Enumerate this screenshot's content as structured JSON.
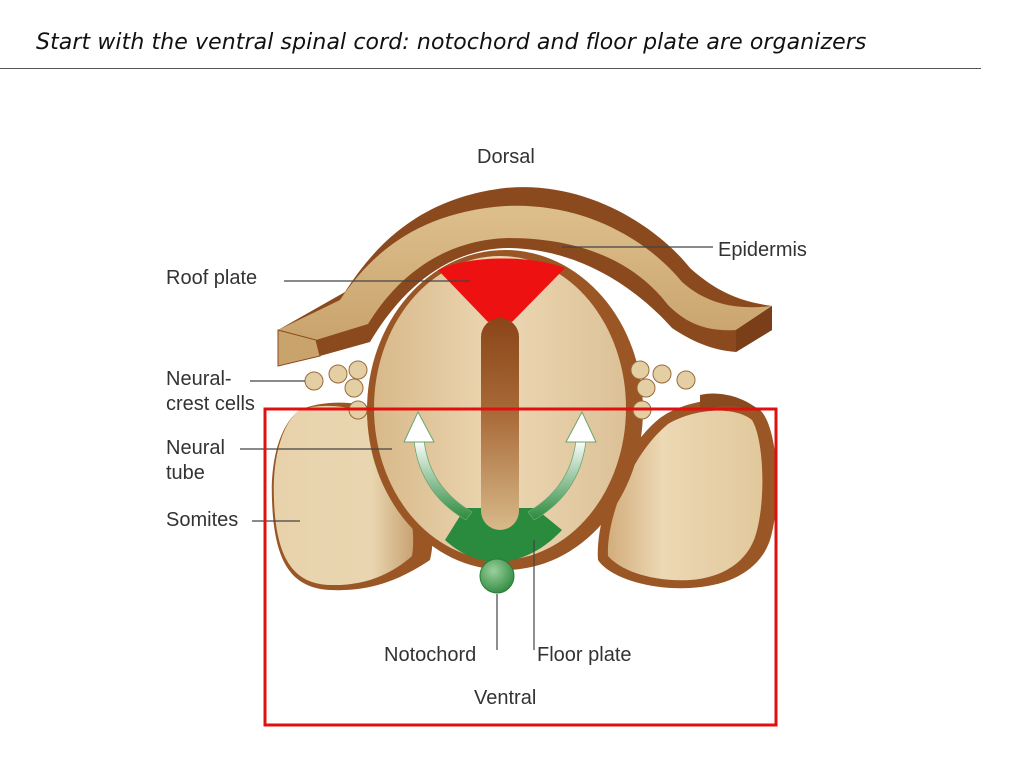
{
  "slide": {
    "title": "Start with the ventral spinal cord: notochord and floor plate are organizers"
  },
  "figure": {
    "labels": {
      "dorsal": "Dorsal",
      "epidermis": "Epidermis",
      "roof_plate": "Roof plate",
      "neural_crest_line1": "Neural-",
      "neural_crest_line2": "crest cells",
      "neural_tube_line1": "Neural",
      "neural_tube_line2": "tube",
      "somites": "Somites",
      "notochord": "Notochord",
      "floor_plate": "Floor plate",
      "ventral": "Ventral"
    },
    "colors": {
      "roof_plate": "#ee1111",
      "floor_plate": "#2a8a3e",
      "notochord": "#3a9a4a",
      "tissue_light": "#e6cda3",
      "tissue_dark": "#8b4a1e",
      "highlight_box": "#e01010"
    }
  }
}
